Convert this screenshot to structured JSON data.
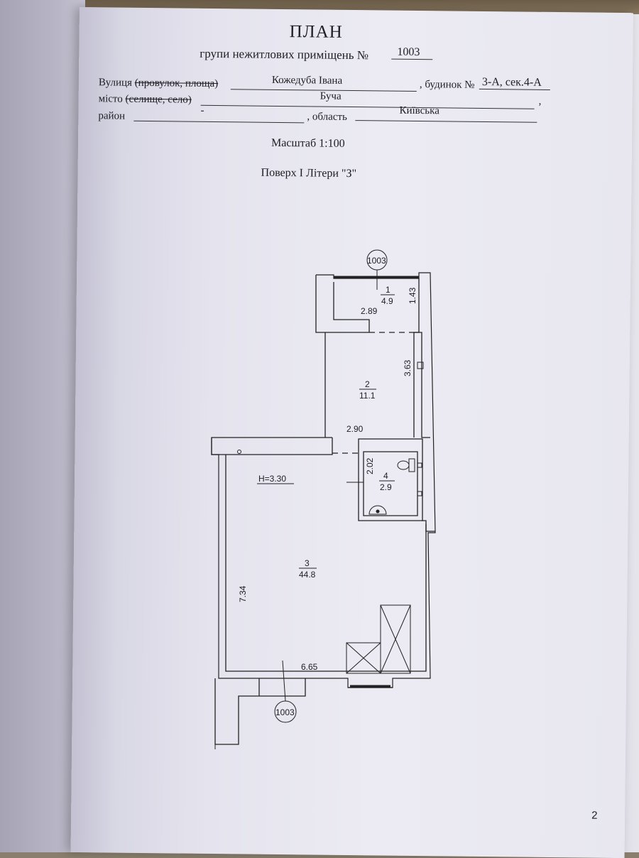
{
  "document": {
    "title": "ПЛАН",
    "subtitle_prefix": "групи нежитлових приміщень №",
    "group_number": "1003",
    "street_label": "Вулиця",
    "street_struck": "(провулок, площа)",
    "street_value": "Кожедуба Івана",
    "house_label": ", будинок №",
    "house_value": "3-А, сек.4-А",
    "city_label": "місто",
    "city_struck": "(селище, село)",
    "city_value": "Буча",
    "district_label": "район",
    "district_value": "-",
    "region_label": ", область",
    "region_value": "Київська",
    "trailing_comma": ",",
    "scale": "Масштаб 1:100",
    "floor": "Поверх І Літери \"З\"",
    "page_number": "2"
  },
  "plan": {
    "marker_top": "1003",
    "marker_bottom": "1003",
    "rooms": [
      {
        "number": "1",
        "area": "4.9"
      },
      {
        "number": "2",
        "area": "11.1"
      },
      {
        "number": "3",
        "area": "44.8"
      },
      {
        "number": "4",
        "area": "2.9"
      }
    ],
    "dimensions": {
      "d1": "1.43",
      "d2": "2.89",
      "d3": "3.63",
      "d4": "2.90",
      "d5": "2.02",
      "d6": "7.34",
      "d7": "6.65"
    },
    "ceiling_height": "H=3.30"
  }
}
